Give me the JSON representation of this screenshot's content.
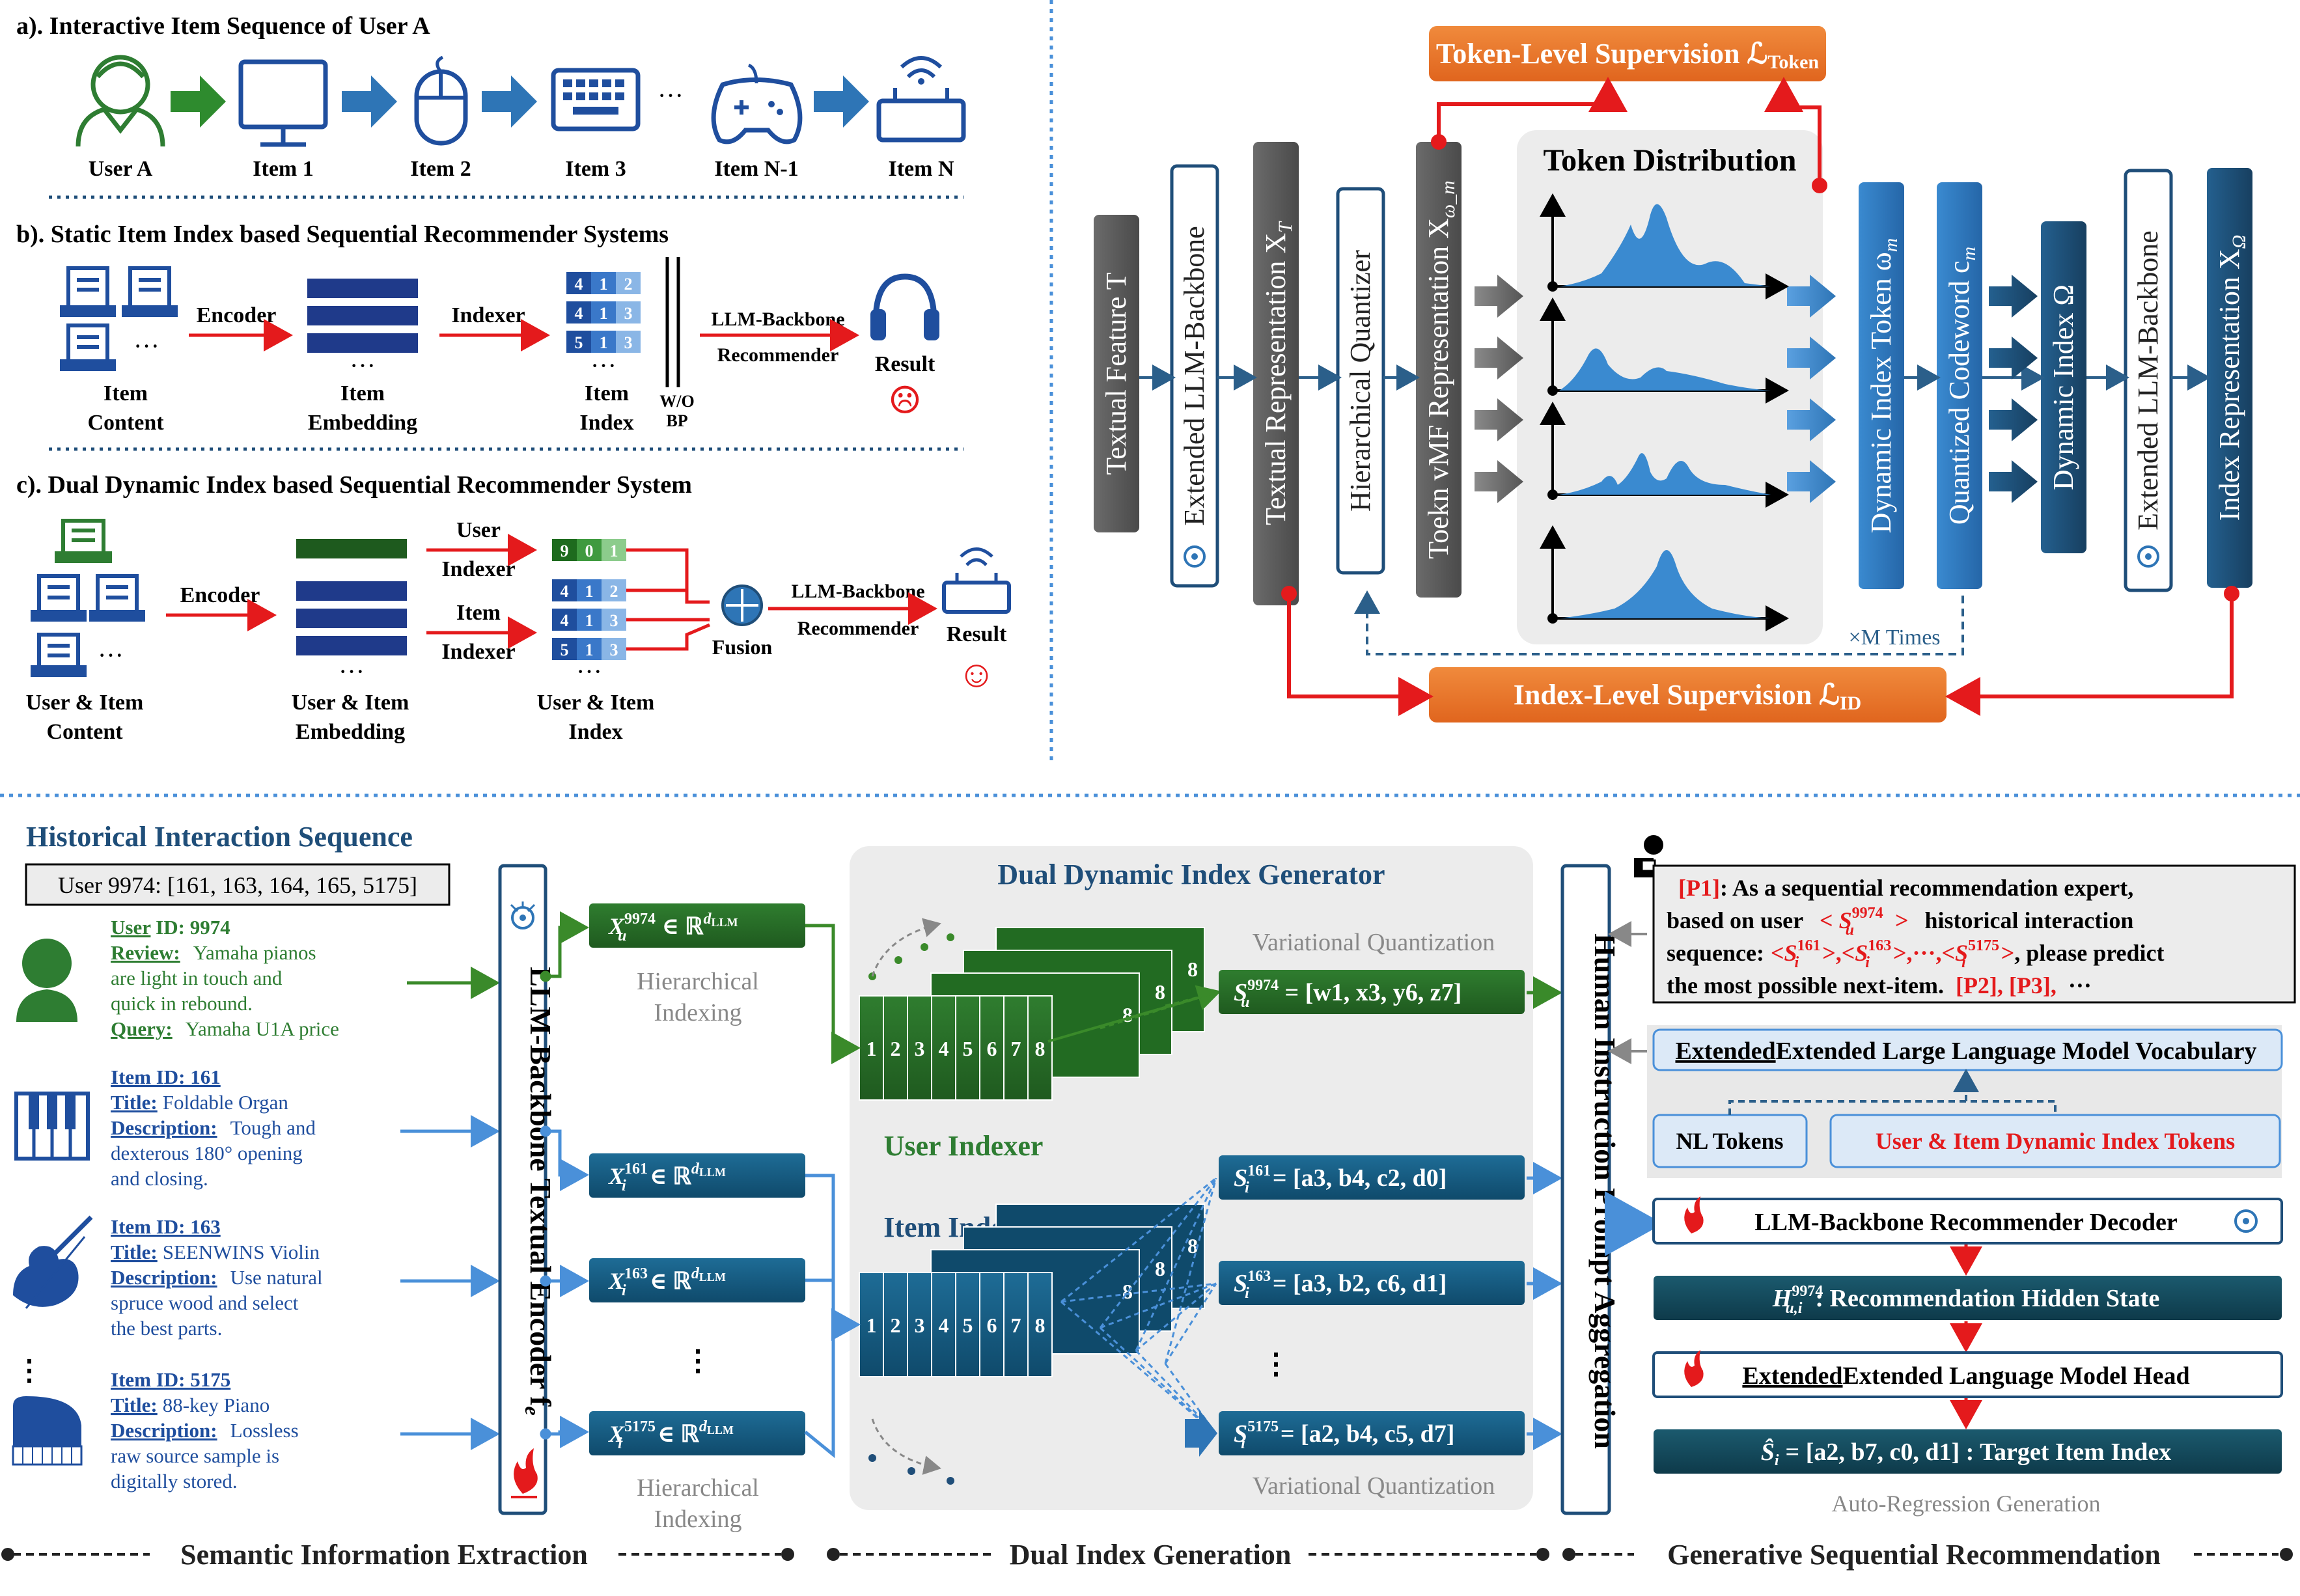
{
  "panel_a": {
    "title": "a). Interactive Item Sequence of User A",
    "labels": [
      "User A",
      "Item 1",
      "Item 2",
      "Item 3",
      "Item N-1",
      "Item N"
    ],
    "dots": "···"
  },
  "panel_b": {
    "title": "b). Static Item Index based Sequential Recommender Systems",
    "encoder": "Encoder",
    "indexer": "Indexer",
    "llm_backbone": "LLM-Backbone",
    "recommender": "Recommender",
    "result": "Result",
    "item_content": [
      "Item",
      "Content"
    ],
    "item_embedding": [
      "Item",
      "Embedding"
    ],
    "item_index": [
      "Item",
      "Index"
    ],
    "wo_bp": [
      "W/O",
      "BP"
    ],
    "index_rows": [
      [
        "4",
        "1",
        "2"
      ],
      [
        "4",
        "1",
        "3"
      ],
      [
        "5",
        "1",
        "3"
      ]
    ],
    "sad_face": "☹"
  },
  "panel_c": {
    "title": "c). Dual Dynamic Index based Sequential Recommender System",
    "encoder": "Encoder",
    "user_indexer": [
      "User",
      "Indexer"
    ],
    "item_indexer": [
      "Item",
      "Indexer"
    ],
    "fusion": "Fusion",
    "llm_backbone": "LLM-Backbone",
    "recommender": "Recommender",
    "result": "Result",
    "content": [
      "User & Item",
      "Content"
    ],
    "embedding": [
      "User & Item",
      "Embedding"
    ],
    "index": [
      "User & Item",
      "Index"
    ],
    "user_index_row": [
      "9",
      "0",
      "1"
    ],
    "item_index_rows": [
      [
        "4",
        "1",
        "2"
      ],
      [
        "4",
        "1",
        "3"
      ],
      [
        "5",
        "1",
        "3"
      ]
    ],
    "happy_face": "☺"
  },
  "top_right": {
    "token_supervision": "Token-Level Supervision ℒ",
    "token_supervision_sub": "Token",
    "index_supervision": "Index-Level Supervision ℒ",
    "index_supervision_sub": "ID",
    "token_distribution": "Token Distribution",
    "m_times": "×M Times",
    "bars": [
      "Textual Feature T",
      "Extended LLM-Backbone",
      "Textual Representation X",
      "Hierarchical Quantizer",
      "Toekn vMF Representation X",
      "Dynamic Index Token ω",
      "Quantized Codeword c",
      "Dynamic Index Ω",
      "Extended LLM-Backbone",
      "Index Representation X"
    ],
    "bar_subs": [
      "",
      "",
      "T",
      "",
      "ω_m",
      "m",
      "m",
      "",
      "",
      "Ω"
    ],
    "colors": {
      "gray": "#5b5b5b",
      "blue": "#2e75b6",
      "navy": "#1f4e79",
      "orange": "#ed7d31",
      "red": "#e41a1c"
    }
  },
  "bottom": {
    "hist_title": "Historical Interaction Sequence",
    "user_seq": "User 9974: [161, 163, 164, 165, 5175]",
    "user_block": {
      "id_label": "User",
      "id_rest": " ID: 9974",
      "review_label": "Review:",
      "review_text": [
        "Yamaha pianos",
        "are light in touch and",
        "quick in rebound."
      ],
      "query_label": "Query:",
      "query_text": "Yamaha U1A price"
    },
    "items": [
      {
        "id": "Item ID: 161",
        "title_label": "Title:",
        "title": "Foldable Organ",
        "desc_label": "Description:",
        "desc": [
          "Tough and",
          "dexterous 180° opening",
          "and closing."
        ]
      },
      {
        "id": "Item ID: 163",
        "title_label": "Title:",
        "title": "SEENWINS Violin",
        "desc_label": "Description:",
        "desc": [
          "Use natural",
          "spruce wood and select",
          "the best parts."
        ]
      },
      {
        "id": "Item ID: 5175",
        "title_label": "Title:",
        "title": "88-key Piano",
        "desc_label": "Description:",
        "desc": [
          "Lossless",
          "raw source sample is",
          "digitally stored."
        ]
      }
    ],
    "encoder": "LLM-Backbone Textual Encoder f",
    "encoder_sub": "e",
    "x_labels": [
      "X",
      "X",
      "X",
      "X"
    ],
    "x_sups": [
      "9974",
      "161",
      "163",
      "5175"
    ],
    "x_subs": [
      "u",
      "i",
      "i",
      "i"
    ],
    "x_rest": "∈ ℝ",
    "x_exp": "d",
    "x_exp_sub": "LLM",
    "hier_indexing": [
      "Hierarchical",
      "Indexing"
    ],
    "generator_title": "Dual Dynamic Index Generator",
    "user_indexer": "User Indexer",
    "item_indexer": "Item Indexer",
    "variational": "Variational Quantization",
    "stack_numbers": [
      "1",
      "2",
      "3",
      "4",
      "5",
      "6",
      "7",
      "8"
    ],
    "s_labels": [
      {
        "sup": "9974",
        "sub": "u",
        "val": "= [w1, x3, y6, z7]"
      },
      {
        "sup": "161",
        "sub": "i",
        "val": "= [a3, b4, c2, d0]"
      },
      {
        "sup": "163",
        "sub": "i",
        "val": "= [a3, b2, c6, d1]"
      },
      {
        "sup": "5175",
        "sub": "i",
        "val": "= [a2, b4, c5, d7]"
      }
    ],
    "aggregation": "Human Instruction Prompt Aggregation",
    "prompt": {
      "p1": "[P1]",
      "line1": ": As a sequential recommendation expert,",
      "line2a": "based on user",
      "line2b": "historical interaction",
      "line3a": "sequence:",
      "line3b": ", please predict",
      "line4": "the most possible next-item.",
      "p23": "[P2], [P3],",
      "dots": "···"
    },
    "vocab_title": "Extended Large Language Model Vocabulary",
    "nl_tokens": "NL Tokens",
    "dyn_tokens": "User & Item Dynamic Index Tokens",
    "decoder": "LLM-Backbone Recommender Decoder",
    "hidden_state": ": Recommendation Hidden State",
    "lm_head": "Extended Language Model Head",
    "target": "= [a2, b7, c0, d1] : Target Item Index",
    "auto_reg": "Auto-Regression Generation",
    "sec1": "Semantic Information Extraction",
    "sec2": "Dual Index Generation",
    "sec3": "Generative Sequential Recommendation",
    "vdots": "⋮"
  }
}
